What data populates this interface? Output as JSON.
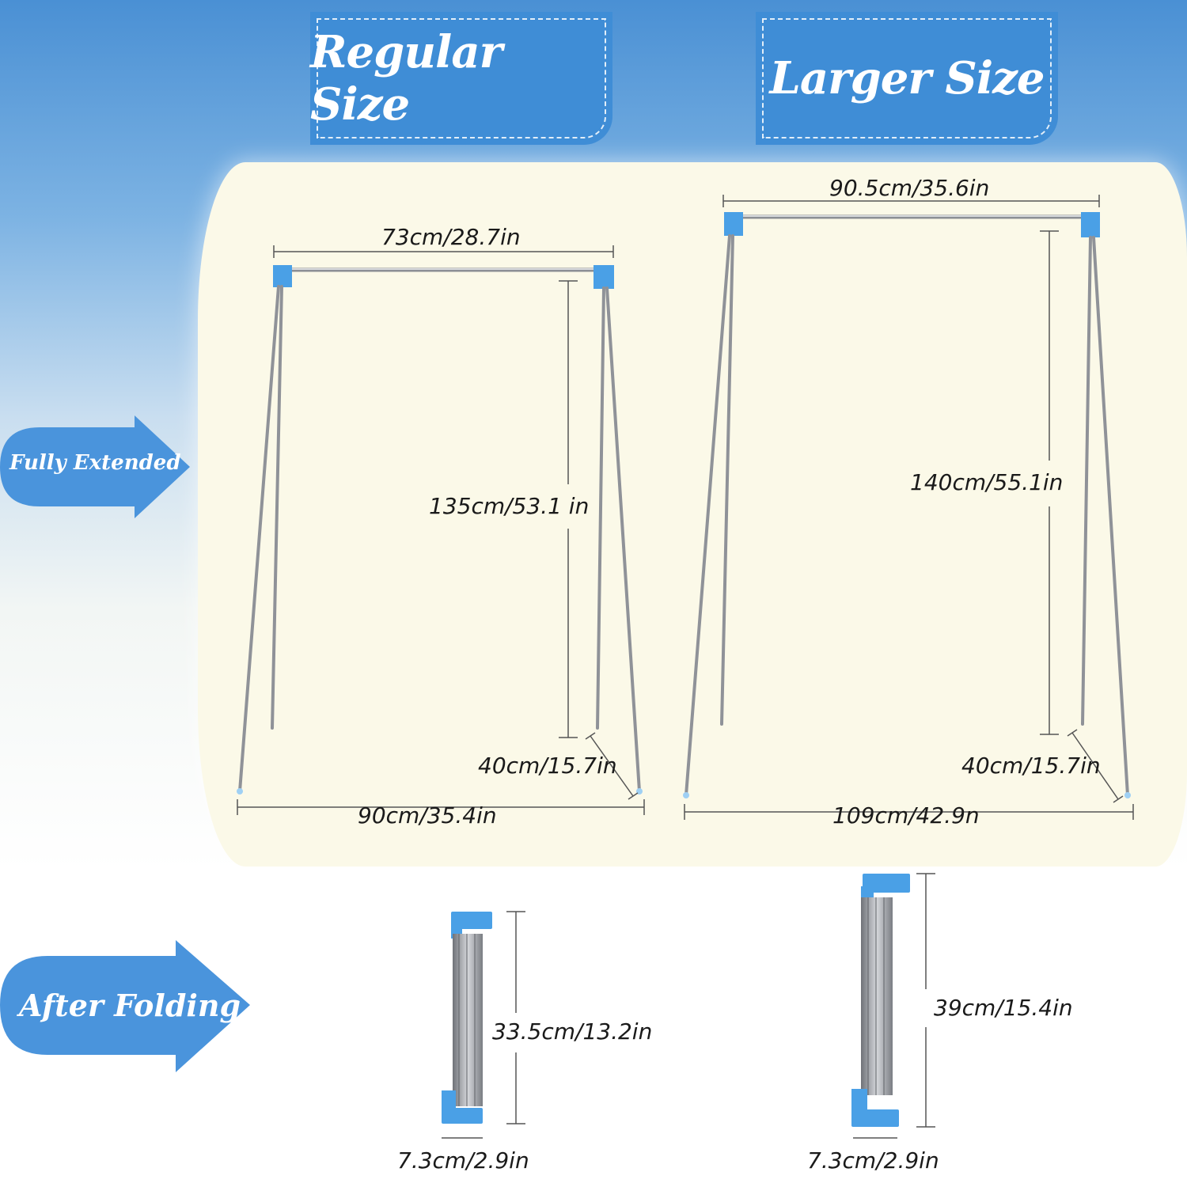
{
  "headers": {
    "regular": "Regular Size",
    "larger": "Larger Size"
  },
  "arrows": {
    "fully_extended": "Fully Extended",
    "after_folding": "After Folding"
  },
  "regular": {
    "top_width": "73cm/28.7in",
    "height": "135cm/53.1 in",
    "leg": "40cm/15.7in",
    "base_width": "90cm/35.4in",
    "folded_height": "33.5cm/13.2in",
    "folded_width": "7.3cm/2.9in"
  },
  "larger": {
    "top_width": "90.5cm/35.6in",
    "height": "140cm/55.1in",
    "leg": "40cm/15.7in",
    "base_width": "109cm/42.9n",
    "folded_height": "39cm/15.4in",
    "folded_width": "7.3cm/2.9in"
  },
  "colors": {
    "accent_blue": "#3f8dd6",
    "arrow_blue": "#4a94dc",
    "panel_cream": "#fbf9e8",
    "steel": "#9a9da3"
  }
}
